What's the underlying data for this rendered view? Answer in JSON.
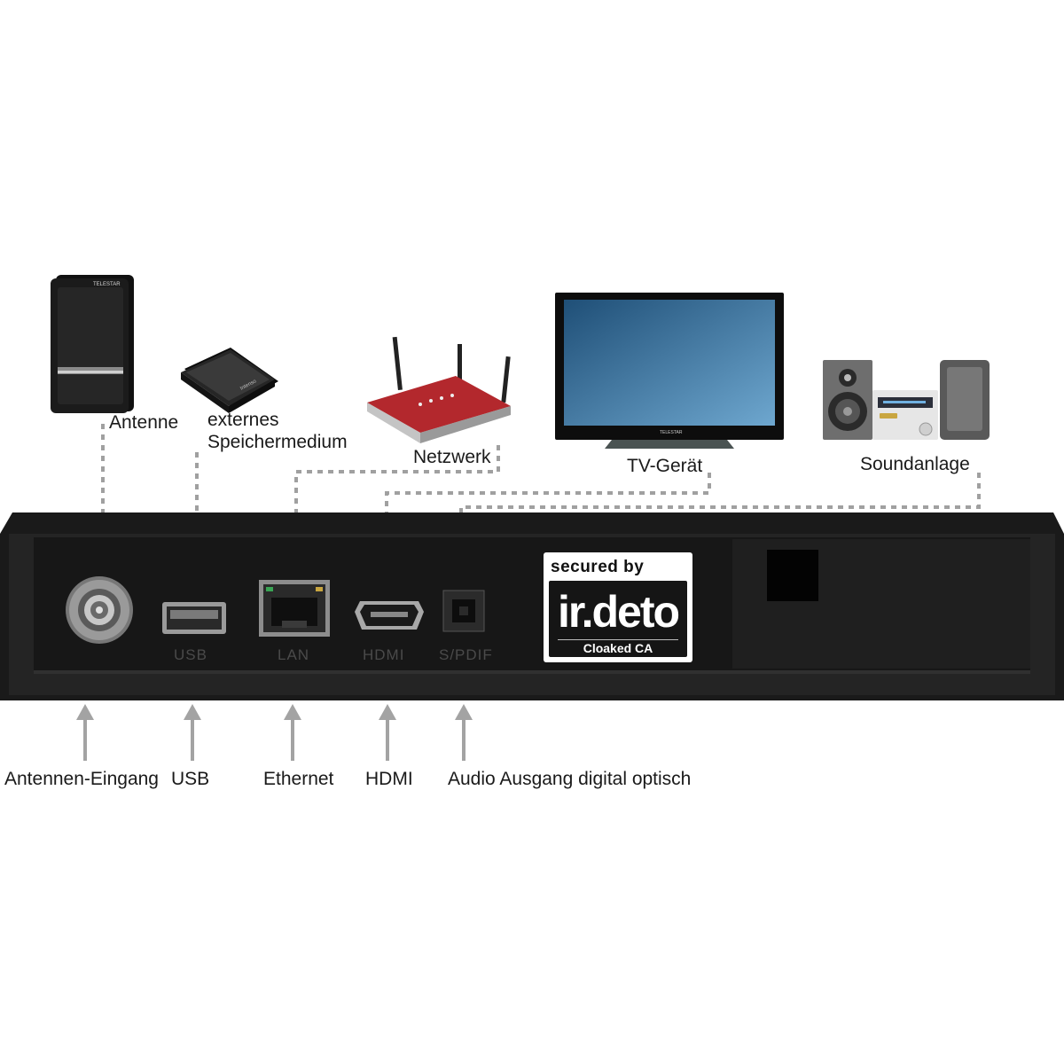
{
  "devices_labels": {
    "antenne": "Antenne",
    "speicher_line1": "externes",
    "speicher_line2": "Speichermedium",
    "netzwerk": "Netzwerk",
    "tv": "TV-Gerät",
    "sound": "Soundanlage"
  },
  "device_texts": {
    "antenna_brand": "TELESTAR",
    "hdd_brand": "Intenso",
    "tv_brand": "TELESTAR"
  },
  "ports": {
    "usb": "USB",
    "lan": "LAN",
    "hdmi": "HDMI",
    "spdif": "S/PDIF"
  },
  "irdeto": {
    "secured_by": "secured by",
    "logo": "ir.deto",
    "cloaked": "Cloaked CA"
  },
  "bottom_labels": {
    "antenna_in": "Antennen-Eingang",
    "usb": "USB",
    "ethernet": "Ethernet",
    "hdmi": "HDMI",
    "audio": "Audio Ausgang digital optisch"
  },
  "colors": {
    "receiver_body": "#1e1e1e",
    "wire": "#a0a0a0",
    "arrow": "#a3a3a3",
    "router_red": "#b3282d"
  }
}
